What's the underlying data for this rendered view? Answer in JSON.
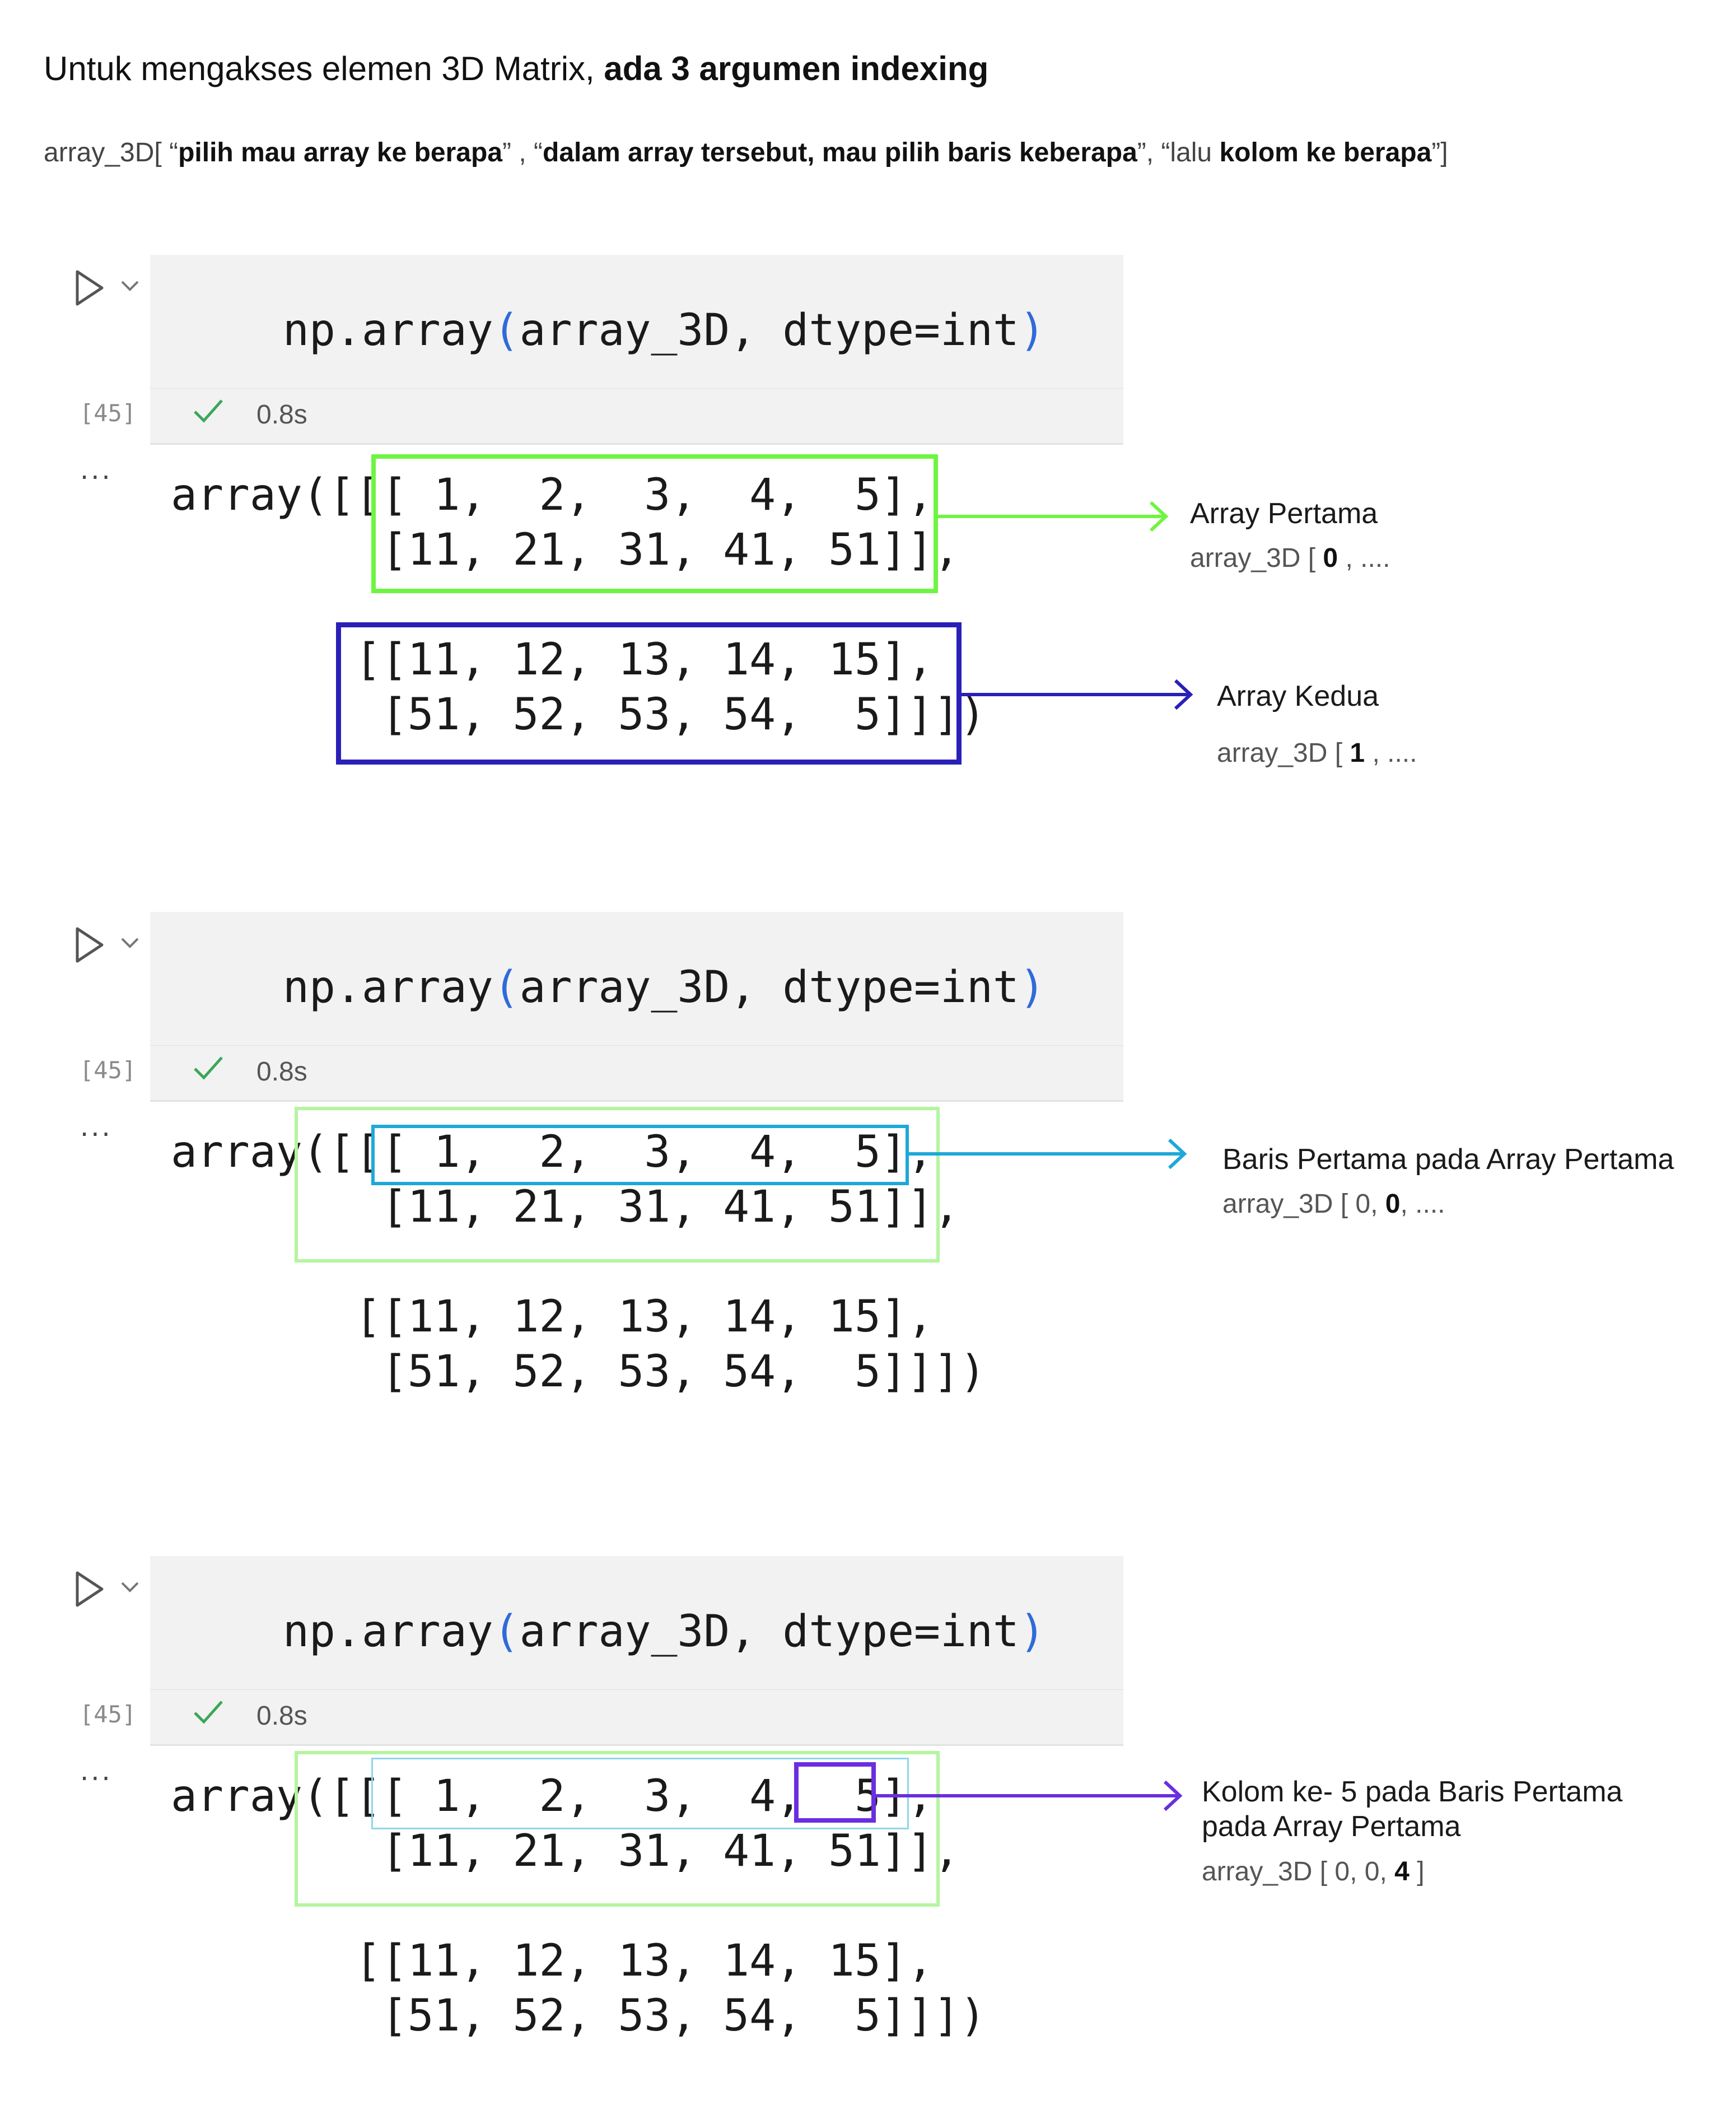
{
  "heading": {
    "normal": "Untuk mengakses elemen 3D Matrix, ",
    "bold": "ada 3 argumen indexing"
  },
  "subheading": {
    "p1": "array_3D[ “",
    "b1": "pilih mau array ke berapa",
    "p2": "” ,  “",
    "b2": "dalam array tersebut, mau pilih baris keberapa",
    "p3": "”,  “lalu ",
    "b3": "kolom ke berapa",
    "p4": "”]"
  },
  "cells": [
    {
      "code_fn": "np.array",
      "code_args": "array_3D, dtype=int",
      "exec_count": "[45]",
      "duration": "0.8s",
      "ellipsis": "···",
      "output_lines": [
        "array([[[ 1,  2,  3,  4,  5],",
        "        [11, 21, 31, 41, 51]],",
        "",
        "       [[11, 12, 13, 14, 15],",
        "        [51, 52, 53, 54,  5]]])"
      ]
    },
    {
      "code_fn": "np.array",
      "code_args": "array_3D, dtype=int",
      "exec_count": "[45]",
      "duration": "0.8s",
      "ellipsis": "···",
      "output_lines": [
        "array([[[ 1,  2,  3,  4,  5],",
        "        [11, 21, 31, 41, 51]],",
        "",
        "       [[11, 12, 13, 14, 15],",
        "        [51, 52, 53, 54,  5]]])"
      ]
    },
    {
      "code_fn": "np.array",
      "code_args": "array_3D, dtype=int",
      "exec_count": "[45]",
      "duration": "0.8s",
      "ellipsis": "···",
      "output_lines": [
        "array([[[ 1,  2,  3,  4,  5],",
        "        [11, 21, 31, 41, 51]],",
        "",
        "       [[11, 12, 13, 14, 15],",
        "        [51, 52, 53, 54,  5]]])"
      ]
    }
  ],
  "annotations": {
    "array_pertama": {
      "title": "Array Pertama",
      "code_pre": "array_3D  [ ",
      "code_bold": "0",
      "code_post": " , ...."
    },
    "array_kedua": {
      "title": "Array Kedua",
      "code_pre": "array_3D  [ ",
      "code_bold": "1",
      "code_post": " , ...."
    },
    "baris_pertama": {
      "title": "Baris Pertama pada Array Pertama",
      "code_pre": "array_3D  [ 0, ",
      "code_bold": "0",
      "code_post": ", ...."
    },
    "kolom_ke5": {
      "title": "Kolom ke- 5 pada Baris Pertama pada Array Pertama",
      "code_pre": "array_3D  [ 0, 0,  ",
      "code_bold": "4",
      "code_post": " ]"
    }
  },
  "colors": {
    "green": "#6ef542",
    "light_green": "#b4f5a0",
    "navy": "#2a20b8",
    "cyan": "#1ea8d8",
    "light_cyan": "#8fd6ec",
    "purple": "#6a2ee0",
    "run_paren": "#2f6bd8",
    "check_green": "#3aa757"
  }
}
